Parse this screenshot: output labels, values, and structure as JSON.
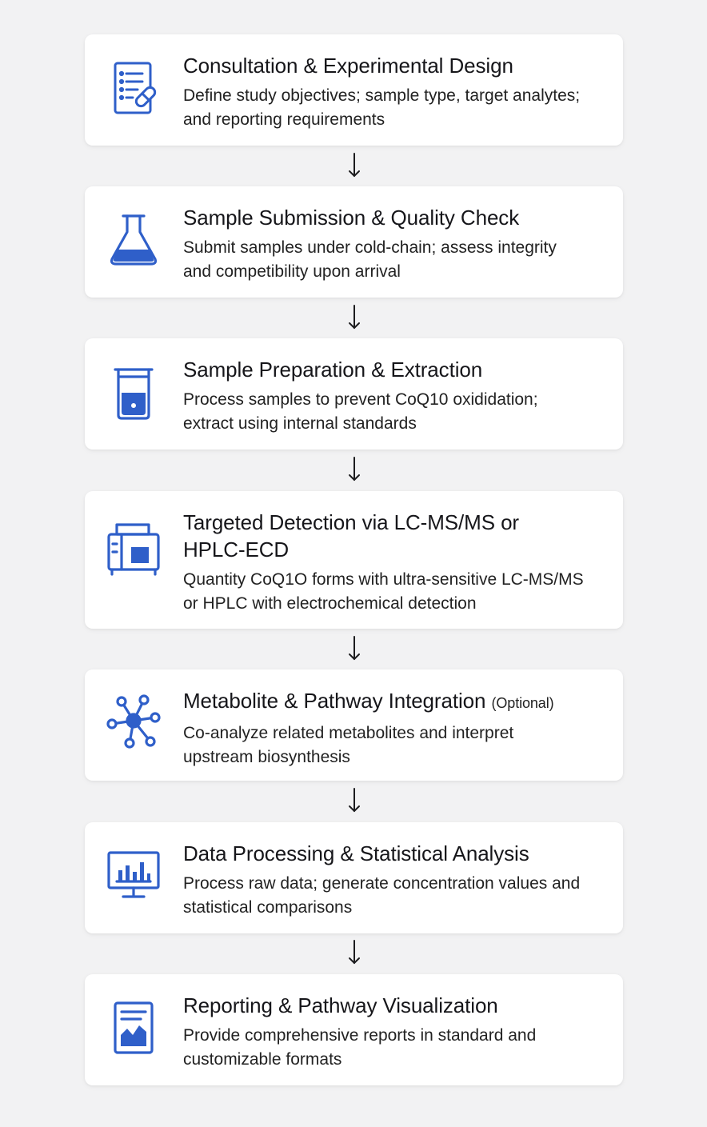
{
  "steps": [
    {
      "icon": "checklist-icon",
      "title": "Consultation & Experimental Design",
      "title_suffix": "",
      "description": "Define study objectives; sample type, target analytes; and reporting requirements"
    },
    {
      "icon": "flask-icon",
      "title": "Sample Submission & Quality Check",
      "title_suffix": "",
      "description": "Submit samples under cold-chain; assess integrity and competibility upon arrival"
    },
    {
      "icon": "beaker-icon",
      "title": "Sample Preparation & Extraction",
      "title_suffix": "",
      "description": "Process samples to prevent CoQ10 oxididation; extract using internal standards"
    },
    {
      "icon": "instrument-icon",
      "title": "Targeted Detection via LC-MS/MS or HPLC-ECD",
      "title_suffix": "",
      "description": "Quantity CoQ1O forms with ultra-sensitive LC-MS/MS or HPLC with electrochemical detection"
    },
    {
      "icon": "network-icon",
      "title": "Metabolite & Pathway Integration",
      "title_suffix": "(Optional)",
      "description": "Co-analyze related metabolites and interpret upstream biosynthesis"
    },
    {
      "icon": "monitor-chart-icon",
      "title": "Data Processing & Statistical Analysis",
      "title_suffix": "",
      "description": "Process raw data; generate concentration values and statistical comparisons"
    },
    {
      "icon": "report-icon",
      "title": "Reporting & Pathway Visualization",
      "title_suffix": "",
      "description": "Provide comprehensive reports in standard and customizable formats"
    }
  ],
  "colors": {
    "accent": "#2f5fc9",
    "background": "#f2f2f3",
    "card": "#ffffff"
  }
}
